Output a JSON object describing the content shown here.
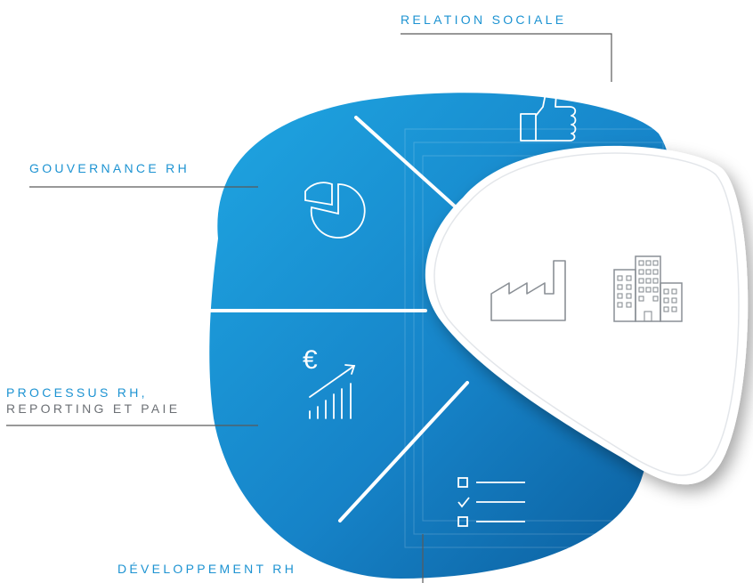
{
  "segments": [
    {
      "label": "RELATION SOCIALE",
      "icon": "thumbs-up-icon"
    },
    {
      "label": "GOUVERNANCE RH",
      "icon": "pie-chart-icon"
    },
    {
      "label_line1": "PROCESSUS RH,",
      "label_line2": "REPORTING ET PAIE",
      "icon": "euro-growth-icon"
    },
    {
      "label": "DÉVELOPPEMENT RH",
      "icon": "checklist-icon"
    }
  ],
  "center": {
    "icons": [
      "factory-icon",
      "office-buildings-icon"
    ]
  },
  "colors": {
    "blue_light": "#1b9ad9",
    "blue_dark": "#0c5f9d",
    "label_blue": "#1d93d2",
    "label_gray": "#6c7075",
    "leader": "#5a5a5a",
    "icon_gray": "#8a8f95"
  }
}
